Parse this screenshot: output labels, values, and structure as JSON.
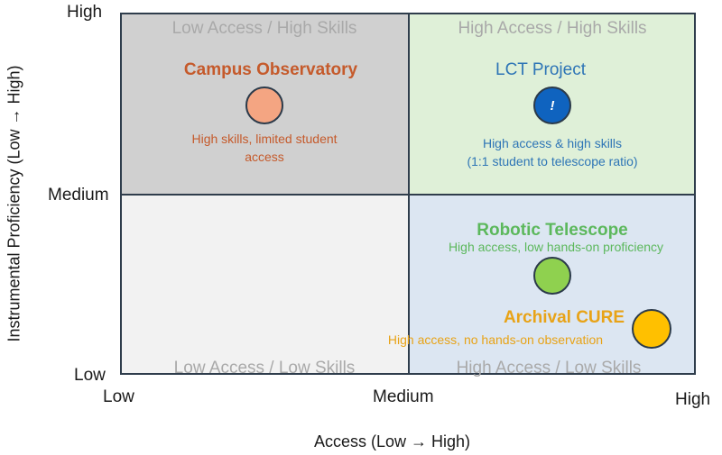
{
  "axes": {
    "y_title": "Instrumental Proficiency (Low → High)",
    "x_title": "Access (Low → High)",
    "y_ticks": [
      "High",
      "Medium",
      "Low"
    ],
    "x_ticks": [
      "Low",
      "Medium",
      "High"
    ]
  },
  "quadrants": {
    "top_left": "Low Access / High Skills",
    "top_right": "High Access / High Skills",
    "bottom_left": "Low Access / Low Skills",
    "bottom_right": "High Access / Low Skills",
    "colors": {
      "top_left": "#d0d0d0",
      "top_right": "#dff0d8",
      "bottom_left": "#f2f2f2",
      "bottom_right": "#dce6f2"
    }
  },
  "items": {
    "campus_observatory": {
      "title": "Campus Observatory",
      "desc_line1": "High skills, limited student",
      "desc_line2": "access",
      "color": "#c55a2b",
      "dot_color": "#f4a582"
    },
    "lct_project": {
      "title": "LCT Project",
      "desc_line1": "High access & high skills",
      "desc_line2": "(1:1 student to telescope ratio)",
      "dot_glyph": "!",
      "color": "#2e75b6",
      "dot_color": "#0f63bf"
    },
    "robotic_telescope": {
      "title": "Robotic Telescope",
      "desc_line1": "High access, low hands-on proficiency",
      "color": "#5cb85c",
      "dot_color": "#8fd14f"
    },
    "archival_cure": {
      "title": "Archival CURE",
      "desc_line1": "High access, no hands-on observation",
      "color": "#e8a317",
      "dot_color": "#ffc000"
    }
  }
}
